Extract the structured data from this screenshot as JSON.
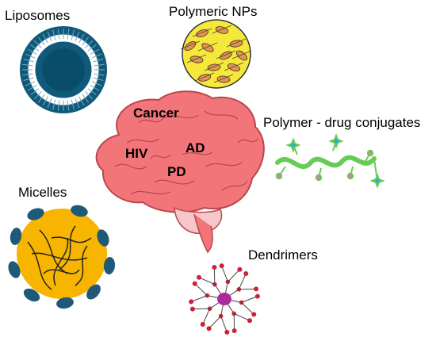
{
  "carriers": {
    "liposomes": "Liposomes",
    "polymeric_nps": "Polymeric NPs",
    "conjugates": "Polymer - drug conjugates",
    "micelles": "Micelles",
    "dendrimers": "Dendrimers"
  },
  "diseases": {
    "cancer": "Cancer",
    "hiv": "HIV",
    "ad": "AD",
    "pd": "PD"
  },
  "colors": {
    "brain": "#f2757a",
    "brain_outline": "#b8474d",
    "cerebellum": "#f6c7c8",
    "liposome_dark": "#0f5a7a",
    "polymeric_fill": "#f5e83a",
    "polymeric_ellipse": "#e8924a",
    "polymer_chain": "#66cc55",
    "polymer_star": "#2aa6e0",
    "polymer_end": "#e07ab0",
    "micelle_core": "#f7b500",
    "micelle_cap": "#1e5a78",
    "dendrimer_node": "#cc2233",
    "dendrimer_core": "#aa2a99"
  }
}
